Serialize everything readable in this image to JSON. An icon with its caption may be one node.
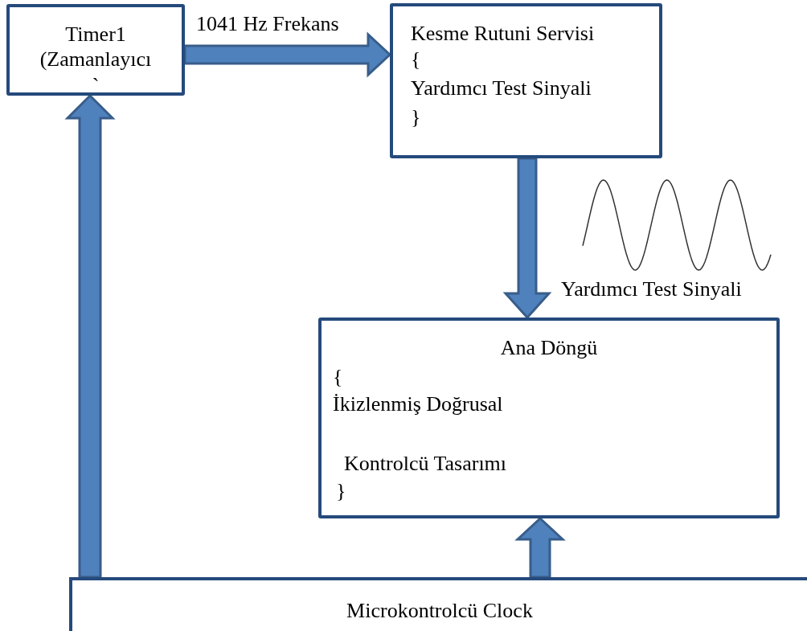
{
  "diagram": {
    "nodes": [
      {
        "text": [
          "Timer1 (Zamanlayıcı",
          "`"
        ]
      },
      {
        "text": [
          "Kesme Rutuni Servisi",
          "{",
          "Yardımcı Test Sinyali",
          "}"
        ]
      },
      {
        "text": [
          "Ana Döngü",
          "{",
          "İkizlenmiş Doğrusal",
          "Kontrolcü Tasarımı",
          "}"
        ]
      },
      {
        "text": [
          "Microkontrolcü Clock"
        ]
      }
    ],
    "edges": [
      {
        "from": 0,
        "to": 1,
        "arrow": "to",
        "label": "1041 Hz Frekans"
      },
      {
        "from": 1,
        "to": 2,
        "arrow": "to"
      },
      {
        "from": 3,
        "to": 2,
        "arrow": "to"
      },
      {
        "from": 3,
        "to": 0,
        "arrow": "to"
      }
    ],
    "labels": [
      "Yardımcı Test Sinyali"
    ]
  }
}
